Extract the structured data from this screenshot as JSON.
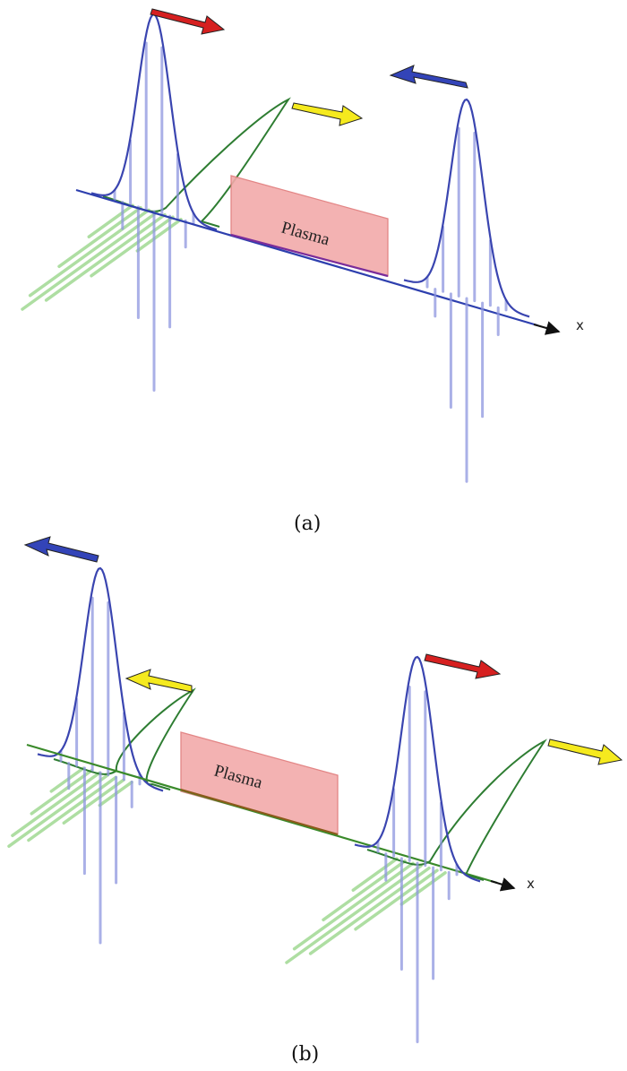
{
  "panels": [
    {
      "caption": "(a)",
      "axis_label": "x",
      "plasma_label": "Plasma",
      "axis_color": "#2d3fae"
    },
    {
      "caption": "(b)",
      "axis_label": "x",
      "plasma_label": "Plasma",
      "axis_color": "#3a8a2a"
    }
  ],
  "colors": {
    "blue_pulse": "#3a45b0",
    "blue_fill": "#8e96e0",
    "green_pulse": "#2e7d32",
    "green_fill": "#9ad68c",
    "plasma_fill": "#f2aaaa",
    "plasma_edge": "#e07a7a",
    "arrow_red": "#d62020",
    "arrow_blue": "#3344b8",
    "arrow_yellow": "#f5ea1e"
  },
  "arrows": {
    "a": [
      "red-right",
      "yellow-right",
      "blue-left"
    ],
    "b": [
      "blue-left",
      "yellow-left",
      "red-right",
      "yellow-right"
    ]
  }
}
